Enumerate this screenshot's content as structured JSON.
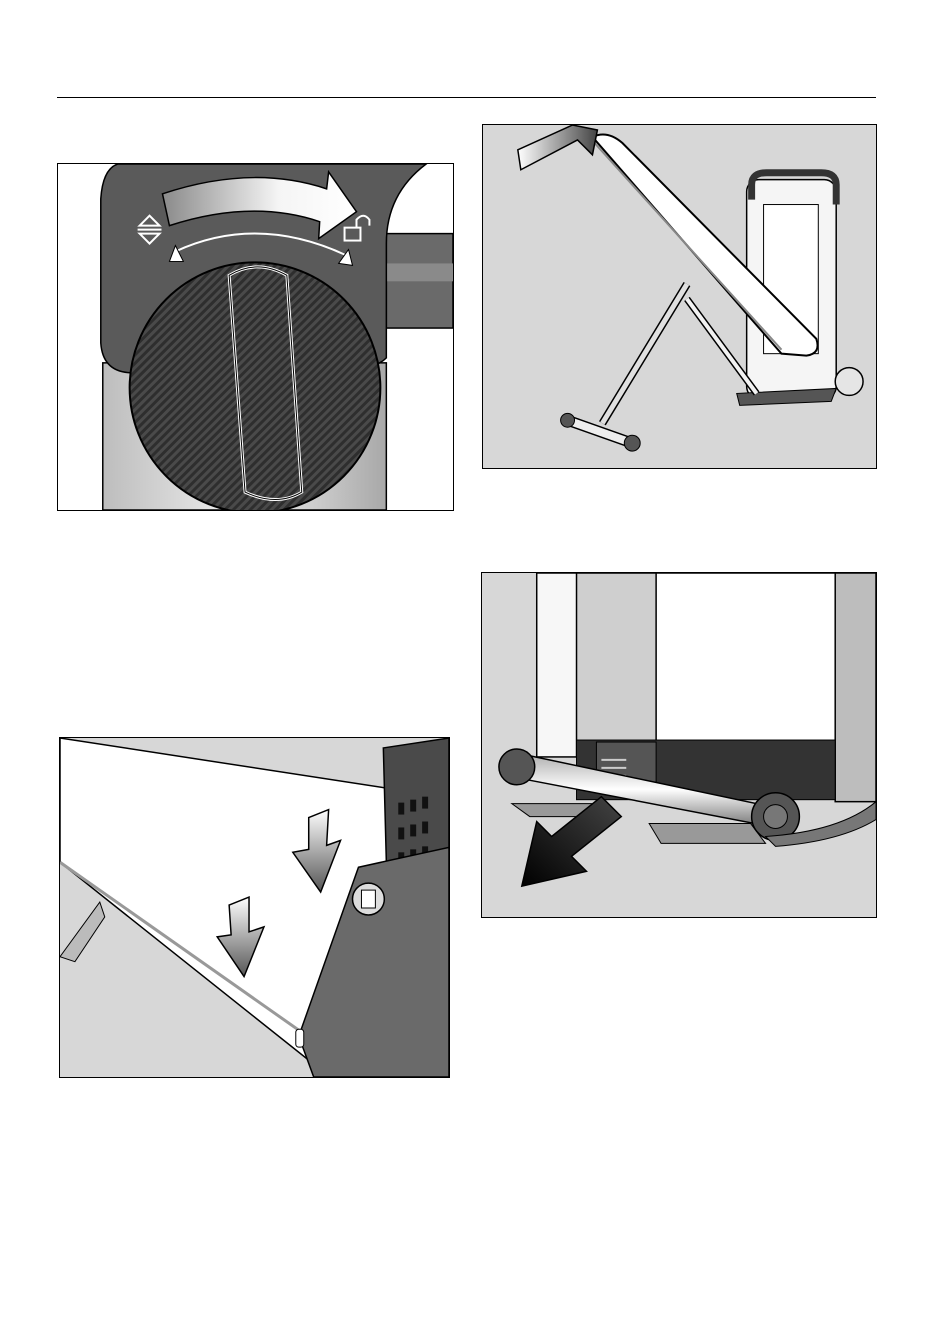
{
  "page": {
    "figures": [
      {
        "name": "dial-unlock-illustration",
        "icons": [
          "raise-lower-icon",
          "unlock-icon",
          "rotate-arrow-icon"
        ]
      },
      {
        "name": "board-raise-illustration",
        "icons": [
          "up-arrow-icon"
        ]
      },
      {
        "name": "board-lower-illustration",
        "icons": [
          "down-arrow-icon"
        ]
      },
      {
        "name": "foot-pedal-illustration",
        "icons": [
          "push-arrow-icon"
        ]
      }
    ]
  },
  "colors": {
    "ink": "#000000",
    "dial_dark": "#3a3a3a",
    "housing_grey": "#5a5a5a",
    "background_grey": "#d7d7d7",
    "highlight": "#f2f2f2"
  }
}
